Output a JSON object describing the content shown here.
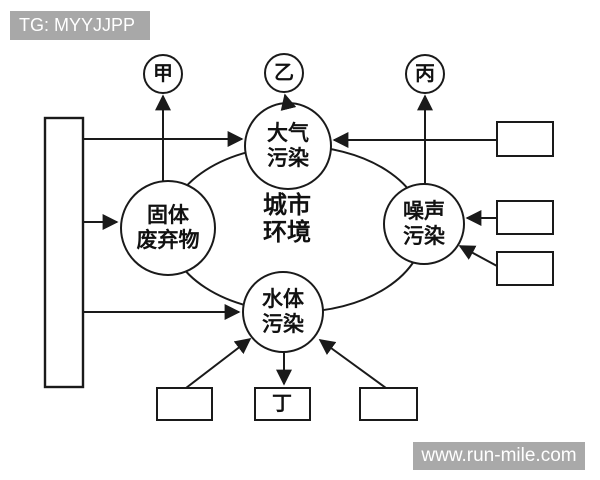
{
  "tag": {
    "text": "TG: MYYJJPP"
  },
  "watermark": {
    "text": "www.run-mile.com"
  },
  "diagram": {
    "center": {
      "line1": "城市",
      "line2": "环境"
    },
    "labels": {
      "jia": "甲",
      "yi": "乙",
      "bing": "丙",
      "ding": "丁"
    },
    "nodes": {
      "air": {
        "line1": "大气",
        "line2": "污染"
      },
      "solid_waste": {
        "line1": "固体",
        "line2": "废弃物"
      },
      "noise": {
        "line1": "噪声",
        "line2": "污染"
      },
      "water": {
        "line1": "水体",
        "line2": "污染"
      }
    }
  },
  "colors": {
    "line": "#1a1a1a",
    "background": "#ffffff",
    "tag_bg": "#a8a8a8",
    "tag_text": "#ffffff",
    "watermark_bg": "#a9a9a9",
    "watermark_text": "#ffffff"
  }
}
